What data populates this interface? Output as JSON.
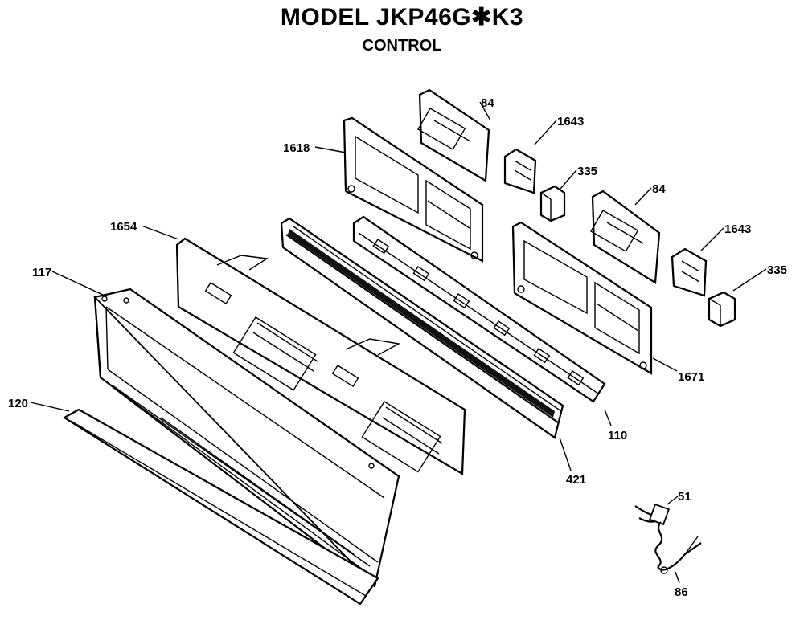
{
  "header": {
    "title": "MODEL JKP46G✱K3",
    "subtitle": "CONTROL"
  },
  "labels": {
    "p84a": "84",
    "p1643a": "1643",
    "p1618": "1618",
    "p335a": "335",
    "p84b": "84",
    "p1654": "1654",
    "p1643b": "1643",
    "p117": "117",
    "p335b": "335",
    "p1671": "1671",
    "p120": "120",
    "p110": "110",
    "p421": "421",
    "p51": "51",
    "p86": "86"
  }
}
